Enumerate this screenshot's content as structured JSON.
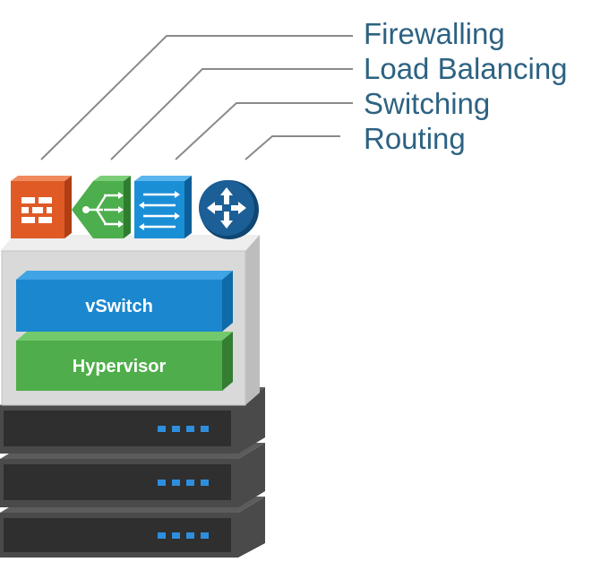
{
  "callouts": [
    {
      "label": "Firewalling"
    },
    {
      "label": "Load Balancing"
    },
    {
      "label": "Switching"
    },
    {
      "label": "Routing"
    }
  ],
  "layers": {
    "vswitch": "vSwitch",
    "hypervisor": "Hypervisor"
  },
  "icons": [
    "firewall-icon",
    "load-balancer-icon",
    "switch-icon",
    "router-icon"
  ],
  "colors": {
    "callout_text": "#2d6282",
    "leader_line": "#8a8a8a",
    "firewall": "#e05a26",
    "load_balancer": "#4cae4c",
    "switch": "#1a8fd6",
    "router": "#1b5f96",
    "vswitch": "#1b87cf",
    "hypervisor": "#4fae4b",
    "chassis": "#dcdcdc",
    "server": "#3c3c3c",
    "server_led": "#2e8ede"
  }
}
